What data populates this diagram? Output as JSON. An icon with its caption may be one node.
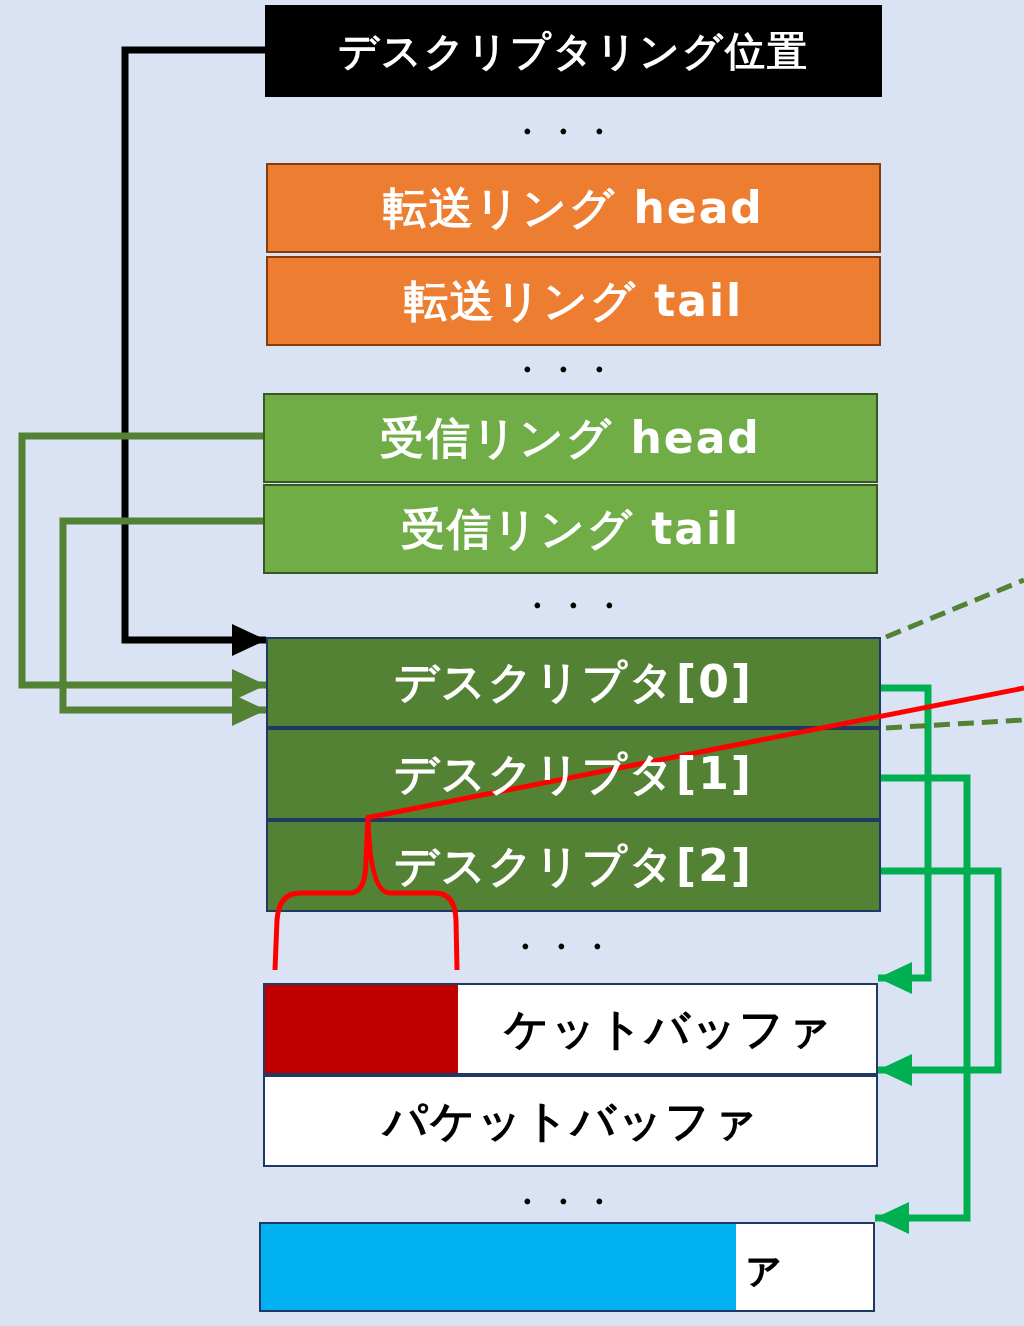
{
  "diagram": {
    "nodes": [
      {
        "text": [
          "デスクリプタリング位置"
        ]
      },
      {
        "text": [
          "転送リング head"
        ]
      },
      {
        "text": [
          "転送リング tail"
        ]
      },
      {
        "text": [
          "受信リング head"
        ]
      },
      {
        "text": [
          "受信リング tail"
        ]
      },
      {
        "text": [
          "デスクリプタ[0]"
        ]
      },
      {
        "text": [
          "デスクリプタ[1]"
        ]
      },
      {
        "text": [
          "デスクリプタ[2]"
        ]
      },
      {
        "text": [
          "ケットバッファ"
        ]
      },
      {
        "text": [
          "パケットバッファ"
        ]
      },
      {
        "text": [
          "ァ"
        ]
      }
    ],
    "edges": [
      {
        "from": 0,
        "to": 5,
        "arrow": "to",
        "color": "#000000"
      },
      {
        "from": 3,
        "to": 5,
        "arrow": "to",
        "color": "#548235"
      },
      {
        "from": 4,
        "to": 5,
        "arrow": "to",
        "color": "#548235"
      },
      {
        "from": 5,
        "to": 8,
        "arrow": "to"
      },
      {
        "from": 6,
        "to": 10,
        "arrow": "to"
      },
      {
        "from": 7,
        "to": 9,
        "arrow": "to"
      }
    ],
    "labels": [
      "・・・",
      "・・・",
      "・・・",
      "・・・",
      "・・・"
    ]
  }
}
